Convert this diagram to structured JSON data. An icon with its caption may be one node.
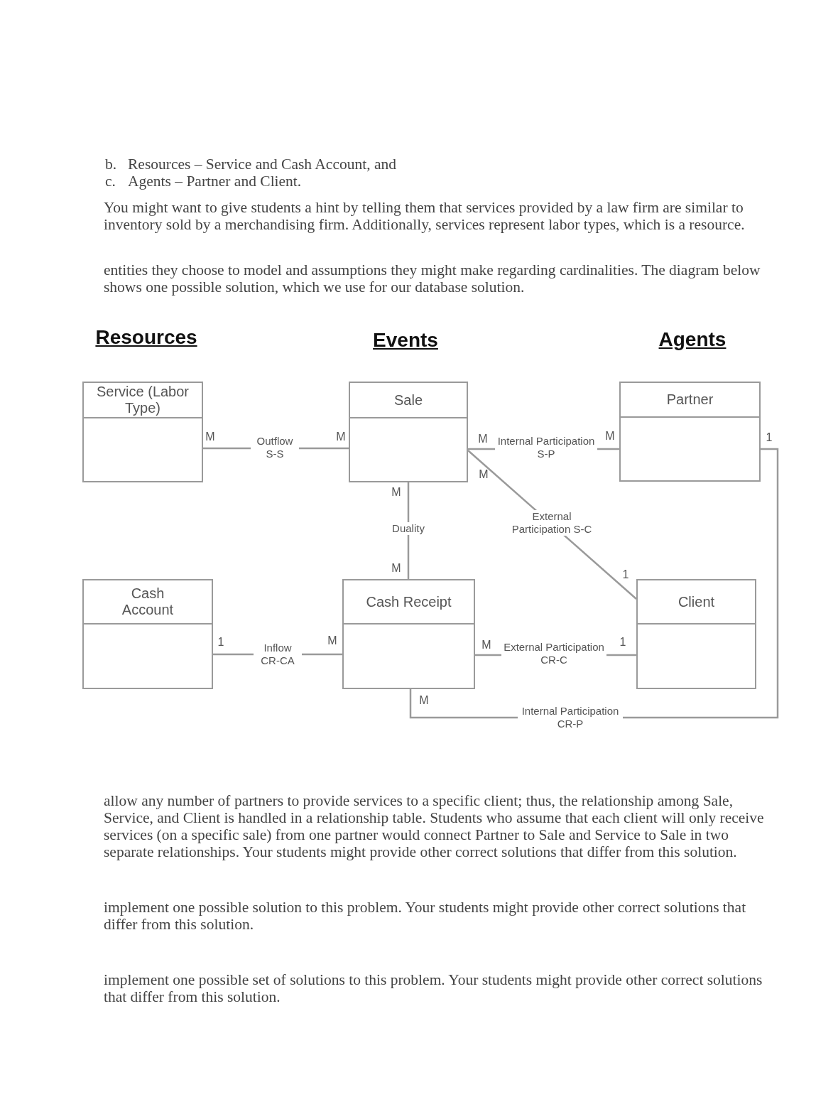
{
  "diagram": {
    "nodes": [
      {
        "text": [
          "Service (Labor Type)"
        ]
      },
      {
        "text": [
          "Sale"
        ]
      },
      {
        "text": [
          "Partner"
        ]
      },
      {
        "text": [
          "Cash Account"
        ]
      },
      {
        "text": [
          "Cash Receipt"
        ]
      },
      {
        "text": [
          "Client"
        ]
      }
    ],
    "edges": [
      {
        "from": 0,
        "to": 1,
        "arrow": "none",
        "label": "Outflow S-S"
      },
      {
        "from": 1,
        "to": 2,
        "arrow": "none",
        "label": "Internal Participation S-P"
      },
      {
        "from": 1,
        "to": 5,
        "arrow": "none",
        "label": "External Participation S-C"
      },
      {
        "from": 1,
        "to": 4,
        "arrow": "none",
        "label": "Duality"
      },
      {
        "from": 3,
        "to": 4,
        "arrow": "none",
        "label": "Inflow CR-CA"
      },
      {
        "from": 4,
        "to": 5,
        "arrow": "none",
        "label": "External Participation CR-C"
      },
      {
        "from": 4,
        "to": 2,
        "arrow": "none",
        "label": "Internal Participation CR-P"
      }
    ],
    "labels": [
      "b.",
      "Resources – Service and Cash Account, and",
      "c.",
      "Agents – Partner and Client.",
      "You might want to give students a hint by telling them that services provided by a law firm are similar to inventory sold by a merchandising firm. Additionally, services represent labor types, which is a resource.",
      "entities they choose to model and assumptions they might make regarding cardinalities. The diagram below shows one possible solution, which we use for our database solution.",
      "Resources",
      "Events",
      "Agents",
      "M",
      "M",
      "M",
      "M",
      "1",
      "M",
      "M",
      "M",
      "1",
      "1",
      "M",
      "M",
      "1",
      "M",
      "allow any number of partners to provide services to a specific client; thus, the relationship among Sale, Service, and Client is handled in a relationship table. Students who assume that each client will only receive services (on a specific sale) from one partner would connect Partner to Sale and Service to Sale in two separate relationships. Your students might provide other correct solutions that differ from this solution.",
      "implement one possible solution to this problem. Your students might provide other correct solutions that differ from this solution.",
      "implement one possible set of solutions to this problem. Your students might provide other correct solutions that differ from this solution."
    ]
  }
}
